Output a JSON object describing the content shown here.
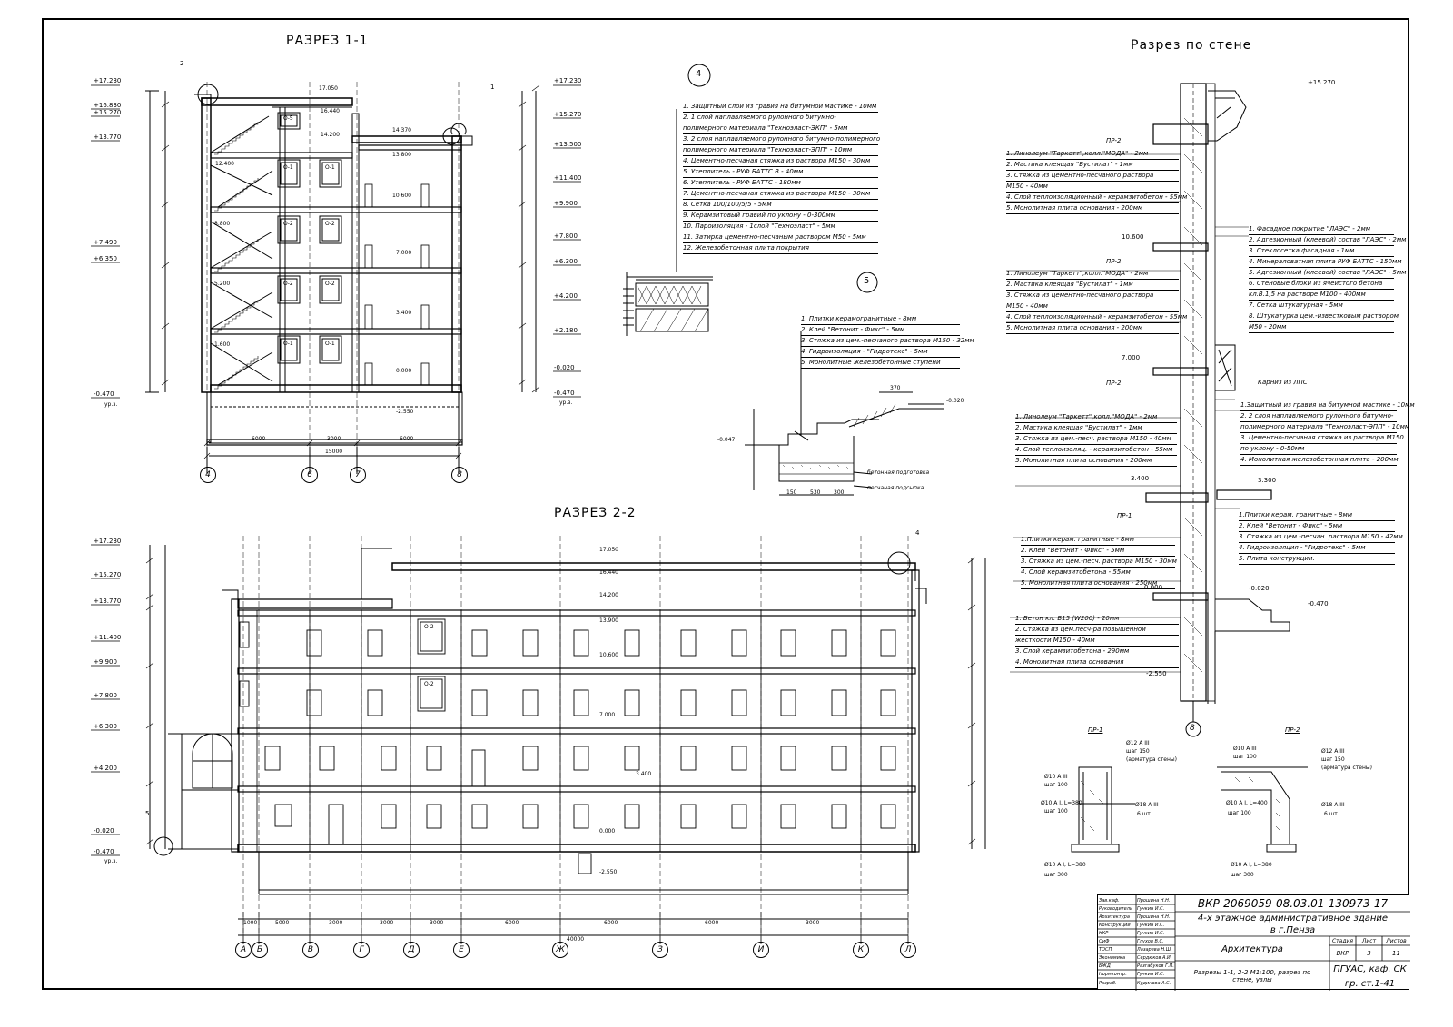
{
  "titles": {
    "section_1": "РАЗРЕЗ 1-1",
    "section_2": "РАЗРЕЗ 2-2",
    "wall_section": "Разрез по стене"
  },
  "node_labels": {
    "n4": "4",
    "n5": "5",
    "m1": "1",
    "m2": "2",
    "m4": "4",
    "m5": "5"
  },
  "section1": {
    "levels_left": [
      "+17.230",
      "+16.830",
      "+15.270",
      "+13.770",
      "+7.490",
      "+6.350",
      "-0.470"
    ],
    "levels_right": [
      "+17.230",
      "+15.270",
      "+13.500",
      "+11.400",
      "+9.900",
      "+7.800",
      "+6.300",
      "+4.200",
      "+2.180",
      "-0.020",
      "-0.470"
    ],
    "floor_marks": [
      "17.050",
      "16.440",
      "14.200",
      "14.370",
      "13.800",
      "10.600",
      "7.000",
      "3.400",
      "0.000",
      "-2.550"
    ],
    "stair_marks": [
      "12.400",
      "8.800",
      "5.200",
      "1.600"
    ],
    "windows": [
      "О-5",
      "О-1",
      "О-1",
      "О-2",
      "О-2",
      "О-2",
      "О-2",
      "О-1",
      "О-1"
    ],
    "dims": [
      "6000",
      "3000",
      "6000",
      "15000"
    ],
    "axes": [
      "4",
      "6",
      "7",
      "8"
    ],
    "grade": "ур.з."
  },
  "section2": {
    "levels_left": [
      "+17.230",
      "+15.270",
      "+13.770",
      "+11.400",
      "+9.900",
      "+7.800",
      "+6.300",
      "+4.200",
      "-0.020",
      "-0.470"
    ],
    "floor_marks": [
      "17.050",
      "16.440",
      "14.200",
      "13.900",
      "10.600",
      "7.000",
      "3.400",
      "0.000",
      "-2.550"
    ],
    "windows": [
      "О-2",
      "О-2"
    ],
    "dims": [
      "1000",
      "5000",
      "3000",
      "3000",
      "3000",
      "6000",
      "6000",
      "6000",
      "3000",
      "40000"
    ],
    "axes": [
      "А",
      "Б",
      "В",
      "Г",
      "Д",
      "Е",
      "Ж",
      "З",
      "И",
      "К",
      "Л"
    ]
  },
  "spec4": [
    "1. Защитный слой из гравия на битумной мастике - 10мм",
    "2. 1 слой наплавляемого рулонного битумно-",
    "полимерного материала \"Техноэласт-ЭКП\" - 5мм",
    "3. 2 слоя наплавляемого рулонного битумно-полимерного",
    "полимерного материала \"Техноэласт-ЭПП\" - 10мм",
    "4. Цементно-песчаная стяжка из раствора М150 - 30мм",
    "5. Утеплитель - РУФ БАТТС В - 40мм",
    "6. Утеплитель - РУФ БАТТС - 180мм",
    "7. Цементно-песчаная стяжка из раствора М150 - 30мм",
    "8. Сетка 100/100/5/5 - 5мм",
    "9. Керамзитовый гравий по уклону - 0-300мм",
    "10. Пароизоляция - 1слой \"Техноэласт\" - 5мм",
    "11. Затирка цементно-песчаным раствором М50 - 5мм",
    "12. Железобетонная плита покрытия"
  ],
  "spec5": [
    "1. Плитки керамогранитные - 8мм",
    "2. Клей \"Ветонит - Фикс\" - 5мм",
    "3. Стяжка из цем.-песчаного раствора М150 - 32мм",
    "4. Гидроизоляция - \"Гидротекс\" - 5мм",
    "5. Монолитные железобетонные ступени"
  ],
  "node5": {
    "mark": "-0.020",
    "mark2": "-0.047",
    "dim": "370",
    "concrete": "бетонная подготовка",
    "sand": "песчаная подсыпка",
    "dims": [
      "150",
      "530",
      "300"
    ]
  },
  "wall": {
    "level_top": "+15.270",
    "pr2_a": "ПР-2",
    "pr2_a_items": [
      "1. Линолеум \"Таркетт\",колл.\"МОДА\" - 2мм",
      "2. Мастика клеящая \"Бустилат\" - 1мм",
      "3. Стяжка из цементно-песчаного раствора",
      "М150 - 40мм",
      "4. Слой теплоизоляционный - керамзитобетон - 55мм",
      "5. Монолитная плита основания - 200мм"
    ],
    "facade_items": [
      "1. Фасадное покрытие \"ЛАЭС\" - 2мм",
      "2. Адгезионный (клеевой) состав \"ЛАЭС\" - 2мм",
      "3. Стеклосетка фасадная - 1мм",
      "4. Минераловатная плита РУФ БАТТС - 150мм",
      "5. Адгезионный (клеевой) состав \"ЛАЭС\" - 5мм",
      "6. Стеновые блоки из ячеистого бетона",
      "кл.В.1,5 на растворе М100 - 400мм",
      "7. Сетка штукатурная - 5мм",
      "8. Штукатурка цем.-известковым раствором",
      "М50 - 20мм"
    ],
    "mark_10600": "10.600",
    "pr2_b": "ПР-2",
    "pr2_b_items": [
      "1. Линолеум \"Таркетт\",колл.\"МОДА\" - 2мм",
      "2. Мастика клеящая \"Бустилат\" - 1мм",
      "3. Стяжка из цементно-песчаного раствора",
      "М150 - 40мм",
      "4. Слой теплоизоляционный - керамзитобетон - 55мм",
      "5. Монолитная плита основания - 200мм"
    ],
    "mark_7000": "7.000",
    "cornice": "Карниз из ЛПС",
    "pr2_c": "ПР-2",
    "pr2_c_items": [
      "1. Линолеум \"Таркетт\",колл.\"МОДА\" - 2мм",
      "2. Мастика клеящая \"Бустилат\" - 1мм",
      "3. Стяжка из цем.-песч. раствора М150 - 40мм",
      "4. Слой теплоизоляц. - керамзитобетон - 55мм",
      "5. Монолитная плита основания - 200мм"
    ],
    "roof_items": [
      "1.Защитный из гравия на битумной мастике - 10мм",
      "2. 2 слоя наплавляемого рулонного битумно-",
      "полимерного материала \"Техноэласт-ЭПП\" - 10мм",
      "3. Цементно-песчаная стяжка из раствора М150",
      "по уклону - 0-50мм",
      "4. Монолитная железобетонная плита - 200мм"
    ],
    "mark_3400": "3.400",
    "mark_3300": "3.300",
    "pr1": "ПР-1",
    "pr1_right_items": [
      "1.Плитки керам. гранитные - 8мм",
      "2. Клей \"Ветонит - Фикс\" - 5мм",
      "3. Стяжка из цем.-песчан. раствора М150 - 42мм",
      "4. Гидроизоляция - \"Гидротекс\" - 5мм",
      "5. Плита конструкции."
    ],
    "pr1_left_items": [
      "1.Плитки керам. гранитные - 8мм",
      "2. Клей \"Ветонит - Фикс\" - 5мм",
      "3. Стяжка из цем.-песч. раствора М150 - 30мм",
      "4. Слой керамзитобетона - 55мм",
      "5. Монолитная плита основания - 250мм"
    ],
    "mark_0000": "0.000",
    "mark_m0020": "-0.020",
    "mark_m0470": "-0.470",
    "base_items": [
      "1. Бетон кл. В15 (W200) - 20мм",
      "2. Стяжка из цем.песч-ра повышенной",
      "жесткости М150 - 40мм",
      "3. Слой керамзитобетона - 290мм",
      "4. Монолитная плита основания"
    ],
    "mark_m2550": "-2.550",
    "axis": "8"
  },
  "pr_nodes": {
    "pr1": {
      "title": "ПР-1",
      "labels": [
        "Ø12 А III",
        "шаг 150",
        "(арматура стены)",
        "Ø10 А III",
        "шаг 100",
        "Ø10 А I, L=380",
        "шаг 100",
        "Ø18 А III",
        "6 шт",
        "Ø10 А I, L=380",
        "шаг 300"
      ]
    },
    "pr2": {
      "title": "ПР-2",
      "labels": [
        "Ø10 А III",
        "шаг 100",
        "Ø12 А III",
        "шаг 150",
        "(арматура стены)",
        "Ø10 А I, L=400",
        "шаг 100",
        "Ø18 А III",
        "6 шт",
        "Ø10 А I, L=380",
        "шаг 300"
      ]
    }
  },
  "stamp": {
    "code": "ВКР-2069059-08.03.01-130973-17",
    "project": "4-х этажное административное здание",
    "city": "в г.Пенза",
    "section": "Архитектура",
    "sheet_title": "Разрезы 1-1, 2-2 М1:100, разрез по стене, узлы",
    "org": "ПГУАС, каф. СК",
    "group": "гр. ст.1-41",
    "stage_h": "Стадия",
    "sheet_h": "Лист",
    "sheets_h": "Листов",
    "stage": "ВКР",
    "sheet": "3",
    "sheets": "11",
    "roles": [
      "Зав.каф.",
      "Руководитель",
      "Архитектура",
      "Конструкции",
      "НКР",
      "ОиФ",
      "ТОСП",
      "Экономика",
      "БЖД",
      "Нормконтр.",
      "Разраб."
    ],
    "names": [
      "Прошина Н.Н.",
      "Гучкин И.С.",
      "Прошина Н.Н.",
      "Гучкин И.С.",
      "Гучкин И.С.",
      "Глухов В.С.",
      "Лазарева Н.Ш.",
      "Сердюков А.И.",
      "Разгабуков Г.П.",
      "Гучкин И.С.",
      "Кудинова А.С."
    ]
  }
}
